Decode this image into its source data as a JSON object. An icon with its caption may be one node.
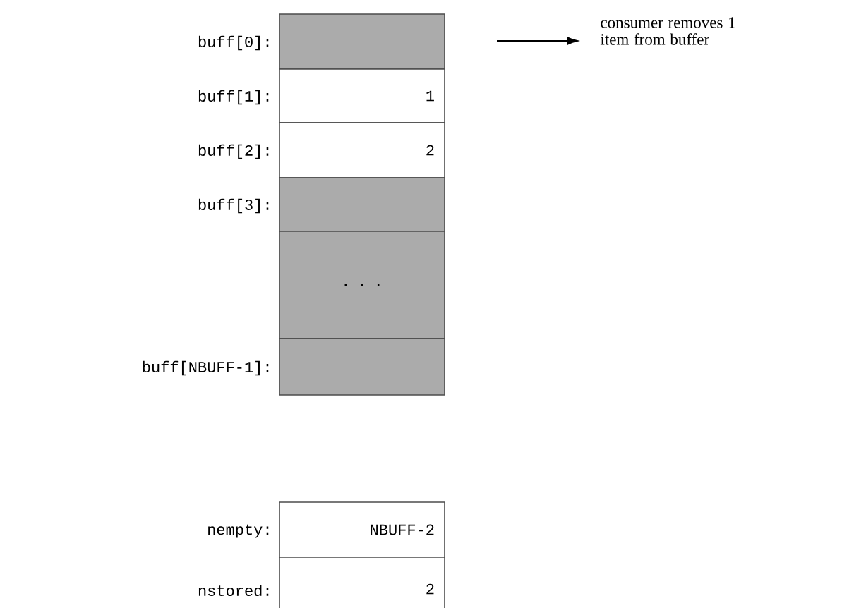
{
  "diagram": {
    "nodes": [
      {
        "text": [],
        "shape": "box",
        "beside": [
          "buff[0]:"
        ]
      },
      {
        "text": [
          "1"
        ],
        "beside": [
          "buff[1]:"
        ]
      },
      {
        "text": [
          "2"
        ],
        "beside": [
          "buff[2]:"
        ]
      },
      {
        "text": [],
        "shape": "box",
        "beside": [
          "buff[3]:"
        ]
      },
      {
        "text": [
          ". . ."
        ]
      },
      {
        "text": [],
        "shape": "box",
        "beside": [
          "buff[NBUFF-1]:"
        ]
      },
      {
        "text": [
          "NBUFF-2"
        ],
        "beside": [
          "nempty:"
        ]
      },
      {
        "text": [
          "2"
        ],
        "beside": [
          "nstored:"
        ]
      },
      {
        "text": [
          "consumer removes 1 item from buffer"
        ]
      }
    ],
    "edges": [
      {
        "from": null,
        "to": 8,
        "arrow": "to"
      }
    ]
  }
}
